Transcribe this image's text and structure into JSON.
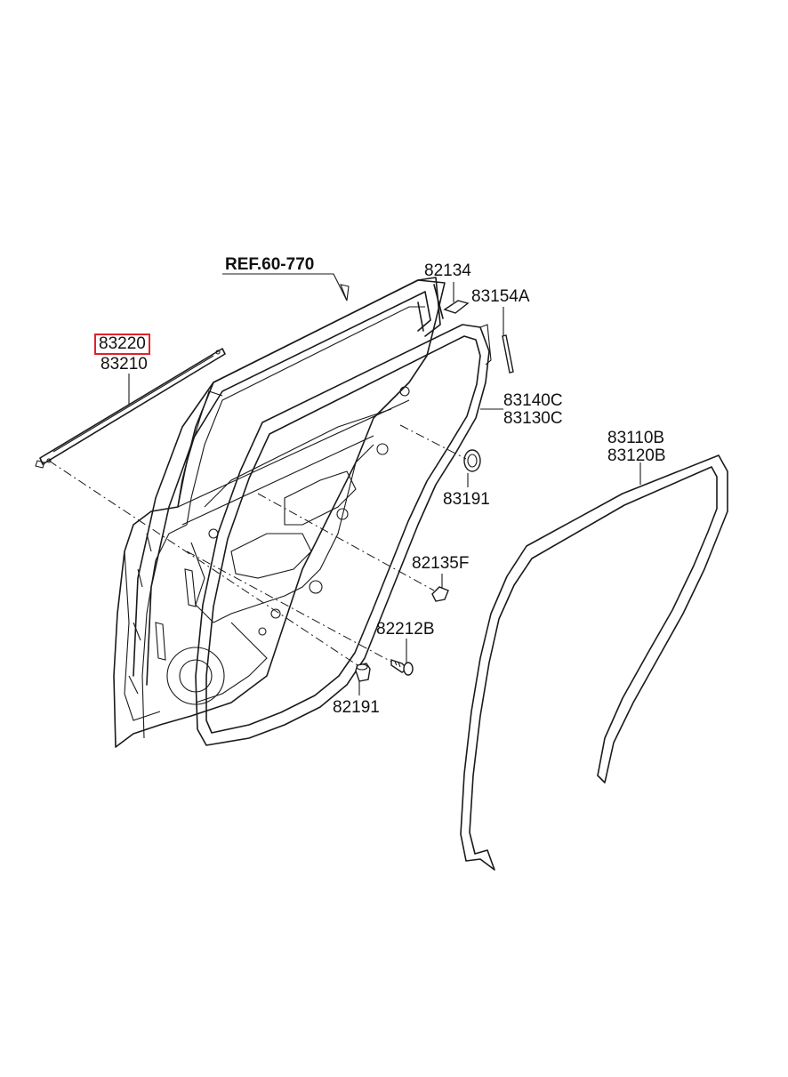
{
  "diagram": {
    "ref_label": "REF.60-770",
    "parts": [
      {
        "id": "p83220",
        "number": "83220",
        "highlighted": true
      },
      {
        "id": "p83210",
        "number": "83210"
      },
      {
        "id": "p82134",
        "number": "82134"
      },
      {
        "id": "p83154A",
        "number": "83154A"
      },
      {
        "id": "p83140C",
        "number": "83140C"
      },
      {
        "id": "p83130C",
        "number": "83130C"
      },
      {
        "id": "p83191",
        "number": "83191"
      },
      {
        "id": "p83110B",
        "number": "83110B"
      },
      {
        "id": "p83120B",
        "number": "83120B"
      },
      {
        "id": "p82135F",
        "number": "82135F"
      },
      {
        "id": "p82212B",
        "number": "82212B"
      },
      {
        "id": "p82191",
        "number": "82191"
      }
    ],
    "highlight_color": "#e0222b"
  }
}
